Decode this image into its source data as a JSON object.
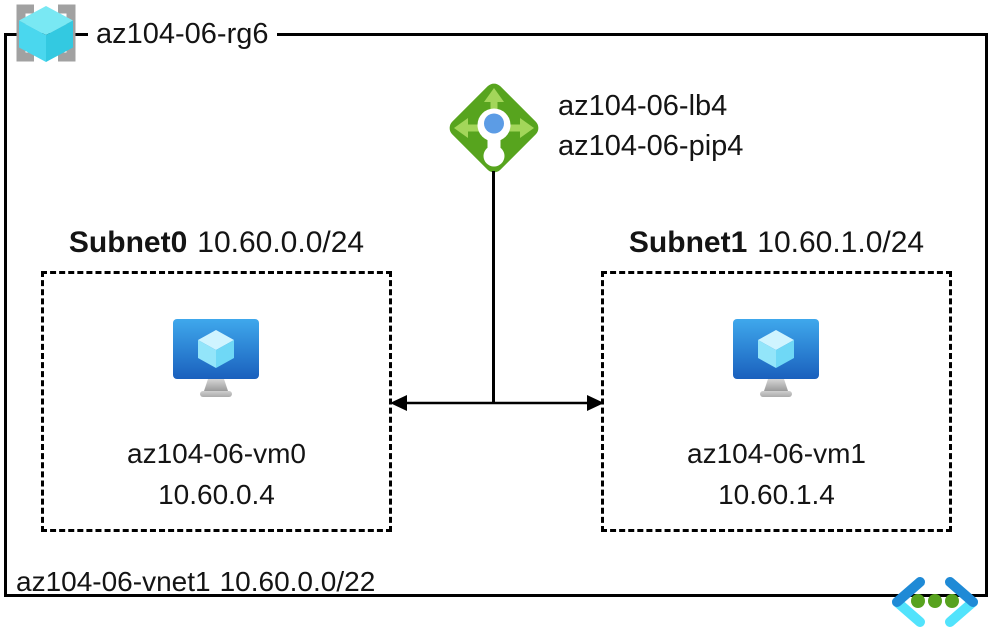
{
  "resource_group": {
    "name": "az104-06-rg6"
  },
  "load_balancer": {
    "name": "az104-06-lb4",
    "public_ip": "az104-06-pip4"
  },
  "subnets": [
    {
      "name": "Subnet0",
      "cidr": "10.60.0.0/24",
      "vm": {
        "name": "az104-06-vm0",
        "ip": "10.60.0.4"
      }
    },
    {
      "name": "Subnet1",
      "cidr": "10.60.1.0/24",
      "vm": {
        "name": "az104-06-vm1",
        "ip": "10.60.1.4"
      }
    }
  ],
  "virtual_network": {
    "name": "az104-06-vnet1",
    "cidr": "10.60.0.0/22"
  },
  "icons": {
    "resource_group": "resource-group-icon",
    "load_balancer": "load-balancer-icon",
    "virtual_machine": "vm-icon",
    "virtual_network": "virtual-network-icon"
  },
  "colors": {
    "line": "#000000",
    "lb_diamond_green": "#57A41E",
    "lb_arrow_green": "#A3D65A",
    "lb_center_blue": "#5C9CE5",
    "rg_bracket_gray": "#A1A1A1",
    "rg_cube_top": "#79E8F3",
    "rg_cube_left": "#4AD7EE",
    "rg_cube_right": "#33C9E1",
    "vm_screen_top": "#3FA8EC",
    "vm_screen_bottom": "#1A60BD",
    "vm_cube_top": "#CFF4FF",
    "vm_cube_left": "#93E5FA",
    "vm_cube_right": "#6FD8F6",
    "vnet_arrow_blue": "#1F8AD6",
    "vnet_arrow_cyan": "#52E3FC",
    "vnet_dot_green": "#57A21E"
  }
}
